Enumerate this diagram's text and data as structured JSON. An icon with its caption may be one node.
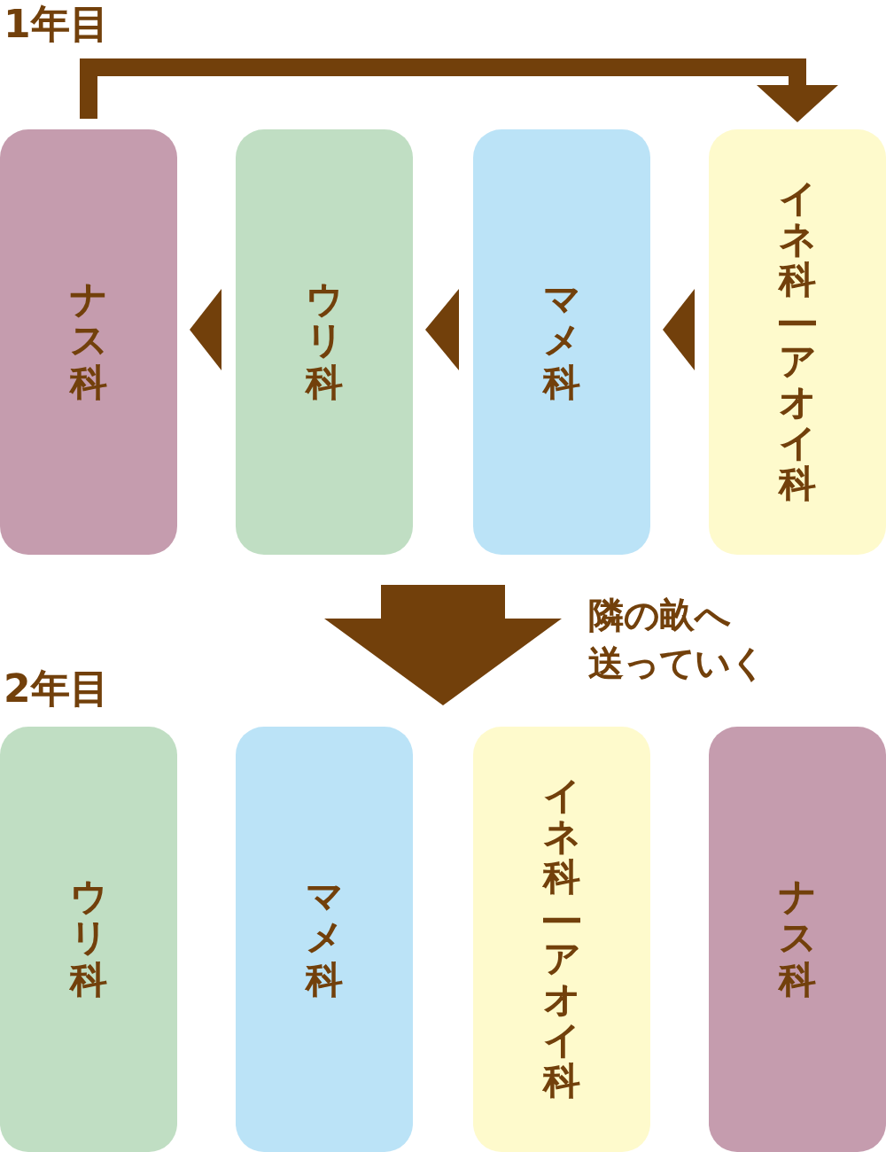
{
  "diagram": {
    "nodes": [
      {
        "text": [
          "1年目"
        ]
      },
      {
        "text": [
          "ナス科"
        ],
        "in": 0
      },
      {
        "text": [
          "ウリ科"
        ],
        "in": 0
      },
      {
        "text": [
          "マメ科"
        ],
        "in": 0
      },
      {
        "text": [
          "イネ科―アオイ科"
        ],
        "in": 0
      },
      {
        "text": [
          "2年目"
        ]
      },
      {
        "text": [
          "ウリ科"
        ],
        "in": 5
      },
      {
        "text": [
          "マメ科"
        ],
        "in": 5
      },
      {
        "text": [
          "イネ科―アオイ科"
        ],
        "in": 5
      },
      {
        "text": [
          "ナス科"
        ],
        "in": 5
      }
    ],
    "edges": [
      {
        "from": 1,
        "to": 4,
        "arrow": "to"
      },
      {
        "from": 2,
        "to": 1,
        "arrow": "to"
      },
      {
        "from": 3,
        "to": 2,
        "arrow": "to"
      },
      {
        "from": 4,
        "to": 3,
        "arrow": "to"
      },
      {
        "from": 0,
        "to": 5,
        "arrow": "to",
        "label": "隣の畝へ送っていく"
      }
    ]
  }
}
